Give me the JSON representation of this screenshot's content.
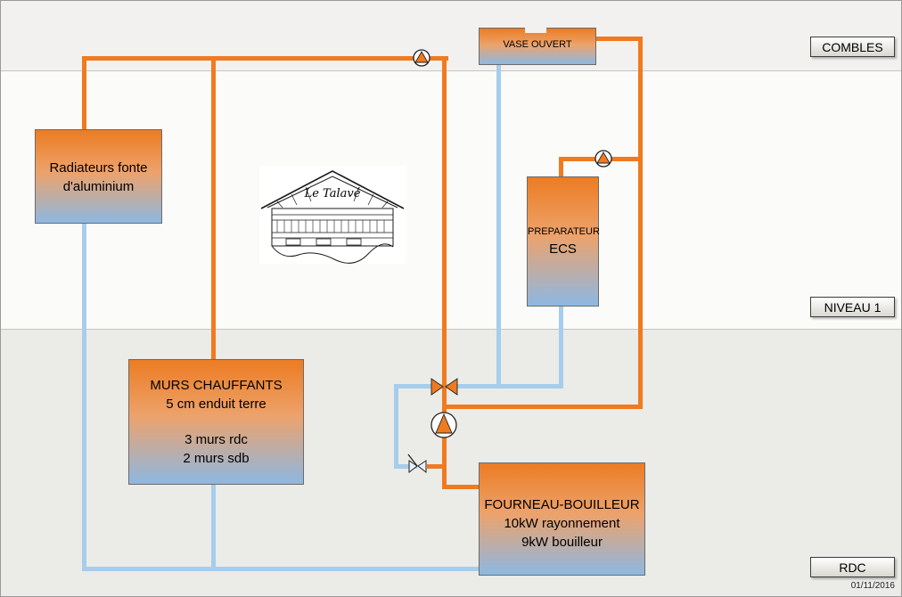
{
  "colors": {
    "hot": "#f07a20",
    "cold": "#a6cdec",
    "box_top": "#ec7c23",
    "box_mid": "#eda26b",
    "box_bottom": "#8db8e2",
    "band_top": "#f2f1ef",
    "band_mid": "#fbfbfa",
    "band_bottom": "#ebebe8"
  },
  "levels": {
    "combles": "COMBLES",
    "niveau1": "NIVEAU 1",
    "rdc": "RDC"
  },
  "footer": {
    "date": "01/11/2016"
  },
  "house": {
    "title": "Le Talavé"
  },
  "boxes": {
    "radiators": {
      "line1": "Radiateurs fonte",
      "line2": "d'aluminium"
    },
    "vase": {
      "label": "VASE OUVERT"
    },
    "ecs": {
      "line1": "PREPARATEUR",
      "line2": "ECS"
    },
    "murs": {
      "line1": "MURS CHAUFFANTS",
      "line2": "5 cm enduit terre",
      "line3": "3 murs rdc",
      "line4": "2 murs sdb"
    },
    "fourneau": {
      "line1": "FOURNEAU-BOUILLEUR",
      "line2": "10kW rayonnement",
      "line3": "9kW bouilleur"
    }
  },
  "icons": {
    "air_vent": "air-vent",
    "pump": "circulation-pump",
    "mixing_valve": "three-way-mixing-valve",
    "valve": "shut-off-valve"
  }
}
